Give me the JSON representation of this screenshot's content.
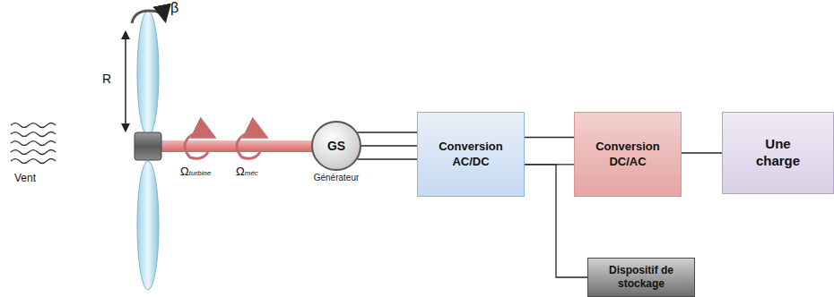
{
  "diagram": {
    "nodes": [
      {
        "text": [
          "GS",
          "Générateur"
        ]
      },
      {
        "text": [
          "Conversion AC/DC"
        ]
      },
      {
        "text": [
          "Conversion DC/AC"
        ]
      },
      {
        "text": [
          "Une charge"
        ]
      },
      {
        "text": [
          "Dispositif de stockage"
        ]
      }
    ],
    "edges": [
      {
        "from": 0,
        "to": 1,
        "arrow": "none"
      },
      {
        "from": 1,
        "to": 2,
        "arrow": "none"
      },
      {
        "from": 2,
        "to": 3,
        "arrow": "none"
      },
      {
        "from": 1,
        "to": 4,
        "arrow": "none"
      }
    ],
    "labels": [
      "Vent",
      "R",
      "β",
      "Ωturbine",
      "Ωméc"
    ]
  }
}
